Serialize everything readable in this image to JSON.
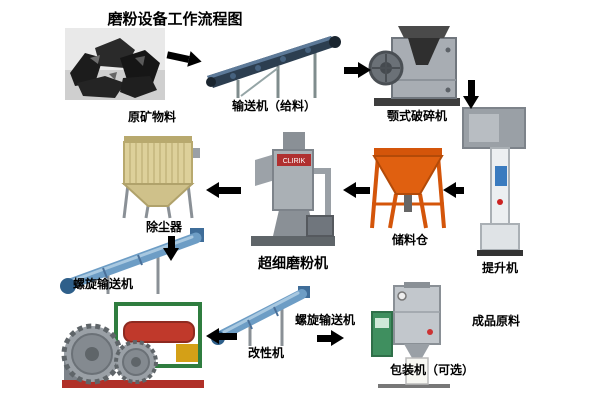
{
  "diagram": {
    "title": "磨粉设备工作流程图",
    "labels": {
      "raw_material": "原矿物料",
      "conveyor_feed": "输送机（给料）",
      "jaw_crusher": "颚式破碎机",
      "elevator": "提升机",
      "storage_bin": "储料仓",
      "mill": "超细磨粉机",
      "mill_logo": "CLIRIK",
      "dust_collector": "除尘器",
      "screw_conveyor_1": "螺旋输送机",
      "screw_conveyor_2": "螺旋输送机",
      "modifier": "改性机",
      "packing": "包装机（可选）",
      "finished_product": "成品原料"
    },
    "flow": [
      "原矿物料 → 输送机（给料）",
      "输送机（给料） → 颚式破碎机",
      "颚式破碎机 → 提升机",
      "提升机 → 储料仓",
      "储料仓 → 超细磨粉机",
      "超细磨粉机 → 除尘器",
      "除尘器 → 螺旋输送机",
      "螺旋输送机 → 改性机",
      "改性机 → 螺旋输送机",
      "螺旋输送机 → 包装机（可选）",
      "包装机（可选） → 成品原料"
    ],
    "colors": {
      "arrow": "#000000",
      "storage_bin_orange": "#d4550a",
      "belt_conveyor_blue": "#2c3e50",
      "screw_conveyor_blue": "#6d9dc5",
      "machine_green": "#2f7d3f",
      "machine_red": "#c0392b",
      "dust_collector_tan": "#ddd09a"
    }
  }
}
